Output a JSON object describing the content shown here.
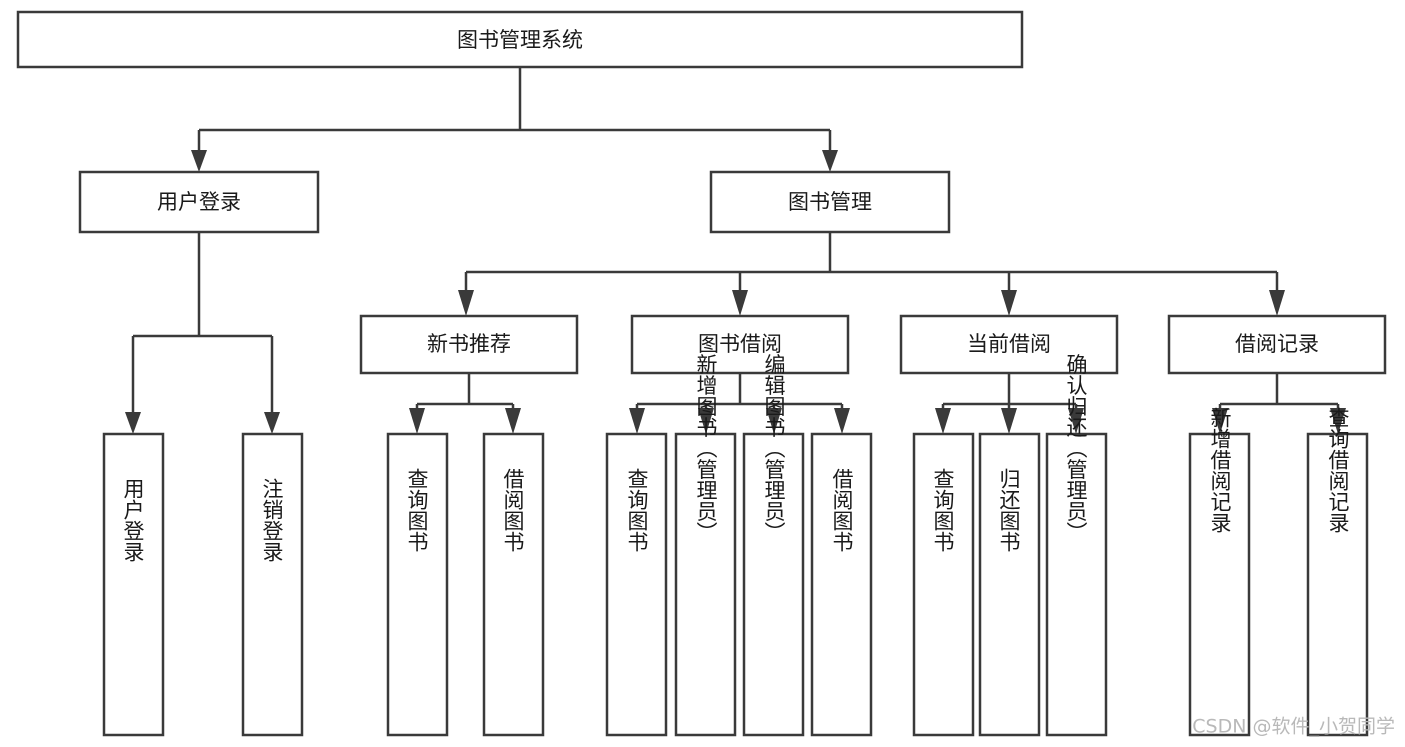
{
  "diagram": {
    "kind": "tree-hierarchy-chart",
    "title": "图书管理系统",
    "colors": {
      "background": "#ffffff",
      "box_fill": "#ffffff",
      "box_stroke": "#3a3a3a",
      "connector": "#3a3a3a",
      "text": "#1a1a1a",
      "watermark": "#b9b9b9"
    },
    "root": {
      "label": "图书管理系统"
    },
    "level2": [
      {
        "label": "用户登录"
      },
      {
        "label": "图书管理"
      }
    ],
    "level3": [
      {
        "label": "新书推荐"
      },
      {
        "label": "图书借阅"
      },
      {
        "label": "当前借阅"
      },
      {
        "label": "借阅记录"
      }
    ],
    "leaves": {
      "user_login": [
        {
          "label": "用户登录"
        },
        {
          "label": "注销登录"
        }
      ],
      "new_book_recommend": [
        {
          "label": "查询图书"
        },
        {
          "label": "借阅图书"
        }
      ],
      "book_borrow": [
        {
          "label": "查询图书"
        },
        {
          "label": "新增图书（管理员）"
        },
        {
          "label": "编辑图书（管理员）"
        },
        {
          "label": "借阅图书"
        }
      ],
      "current_borrow": [
        {
          "label": "查询图书"
        },
        {
          "label": "归还图书"
        },
        {
          "label": "确认归还（管理员）"
        }
      ],
      "borrow_record": [
        {
          "label": "新增借阅记录"
        },
        {
          "label": "查询借阅记录"
        }
      ]
    },
    "watermark": {
      "label": "CSDN @软件_小贺同学"
    }
  }
}
